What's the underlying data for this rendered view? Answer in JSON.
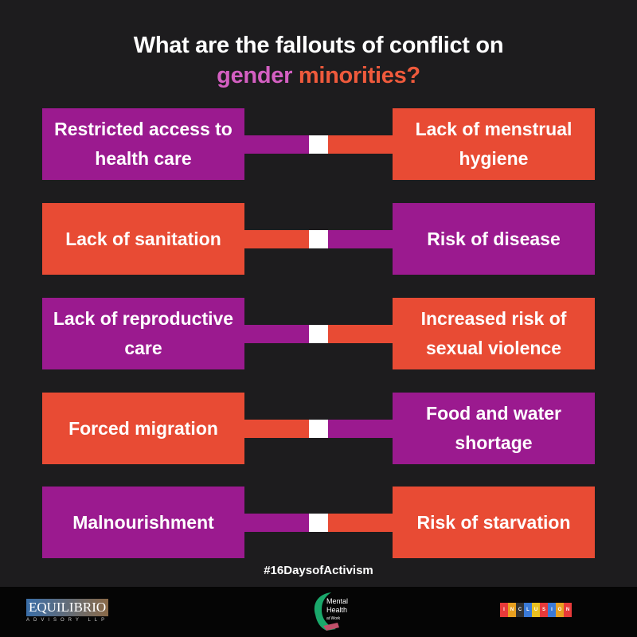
{
  "title": {
    "line1": "What are the fallouts of conflict on",
    "word1": "gender",
    "word2": "minorities?"
  },
  "colors": {
    "purple": "#9b1a8f",
    "orange": "#e84b34",
    "background": "#1d1c1e"
  },
  "rows": [
    {
      "left": "Restricted access to health care",
      "right": "Lack of menstrual hygiene",
      "left_color": "purple",
      "right_color": "orange"
    },
    {
      "left": "Lack of sanitation",
      "right": "Risk of disease",
      "left_color": "orange",
      "right_color": "purple"
    },
    {
      "left": "Lack of reproductive care",
      "right": "Increased risk of sexual violence",
      "left_color": "purple",
      "right_color": "orange"
    },
    {
      "left": "Forced migration",
      "right": "Food and water shortage",
      "left_color": "orange",
      "right_color": "purple"
    },
    {
      "left": "Malnourishment",
      "right": "Risk of starvation",
      "left_color": "purple",
      "right_color": "orange"
    }
  ],
  "hashtag": "#16DaysofActivism",
  "footer": {
    "logo1": {
      "name": "EQUILIBRIO",
      "sub": "ADVISORY LLP"
    },
    "logo2": {
      "name": "Mental Health",
      "sub": "at Work"
    },
    "logo3": {
      "letters": [
        "I",
        "N",
        "C",
        "L",
        "U",
        "S",
        "I",
        "O",
        "N"
      ]
    }
  }
}
